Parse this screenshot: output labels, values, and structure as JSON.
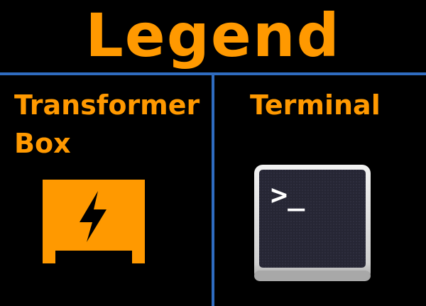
{
  "legend": {
    "title": "Legend",
    "items": [
      {
        "label": "Transformer Box",
        "icon": "lightning-bolt-icon"
      },
      {
        "label": "Terminal",
        "icon": "terminal-icon",
        "prompt": ">_"
      }
    ]
  },
  "colors": {
    "accent": "#FF9900",
    "divider": "#2F6CC0",
    "background": "#000000"
  }
}
